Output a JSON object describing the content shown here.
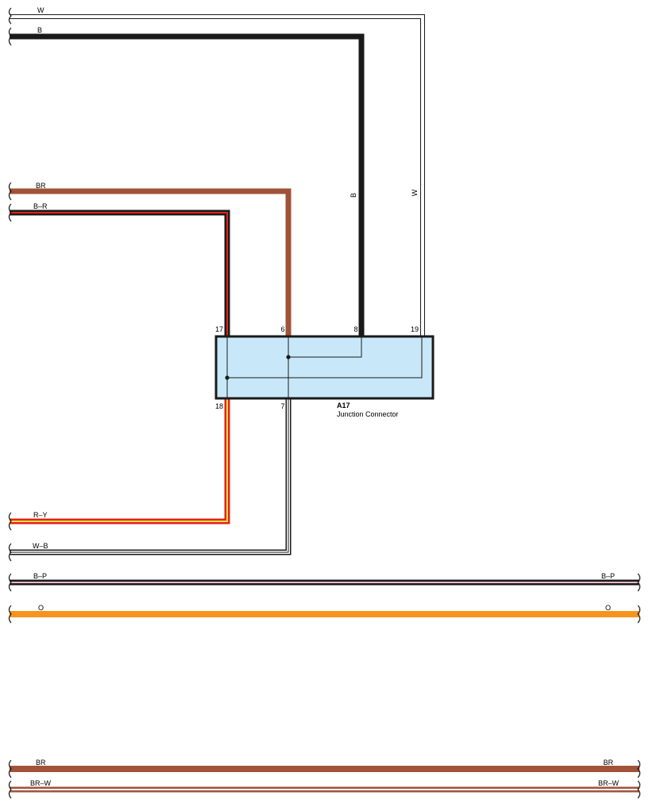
{
  "colors": {
    "black": "#1a1a1a",
    "white": "#ffffff",
    "outline": "#1a1a1a",
    "brown": "#a0533a",
    "red": "#e02418",
    "yellow": "#f5e04a",
    "pink": "#f3b5c6",
    "orange": "#f7941e",
    "connector_fill": "#c8e8fa"
  },
  "wires": {
    "w_top": "W",
    "b_top": "B",
    "br_mid": "BR",
    "b_r": "B–R",
    "b_vertical": "B",
    "w_vertical": "W",
    "r_y": "R–Y",
    "w_b": "W–B",
    "b_p_left": "B–P",
    "b_p_right": "B–P",
    "o_left": "O",
    "o_right": "O",
    "br_bottom_left": "BR",
    "br_bottom_right": "BR",
    "br_w_left": "BR–W",
    "br_w_right": "BR–W"
  },
  "connector": {
    "id": "A17",
    "name": "Junction Connector",
    "pins": {
      "p17": "17",
      "p6": "6",
      "p8": "8",
      "p19": "19",
      "p18": "18",
      "p7": "7"
    }
  }
}
